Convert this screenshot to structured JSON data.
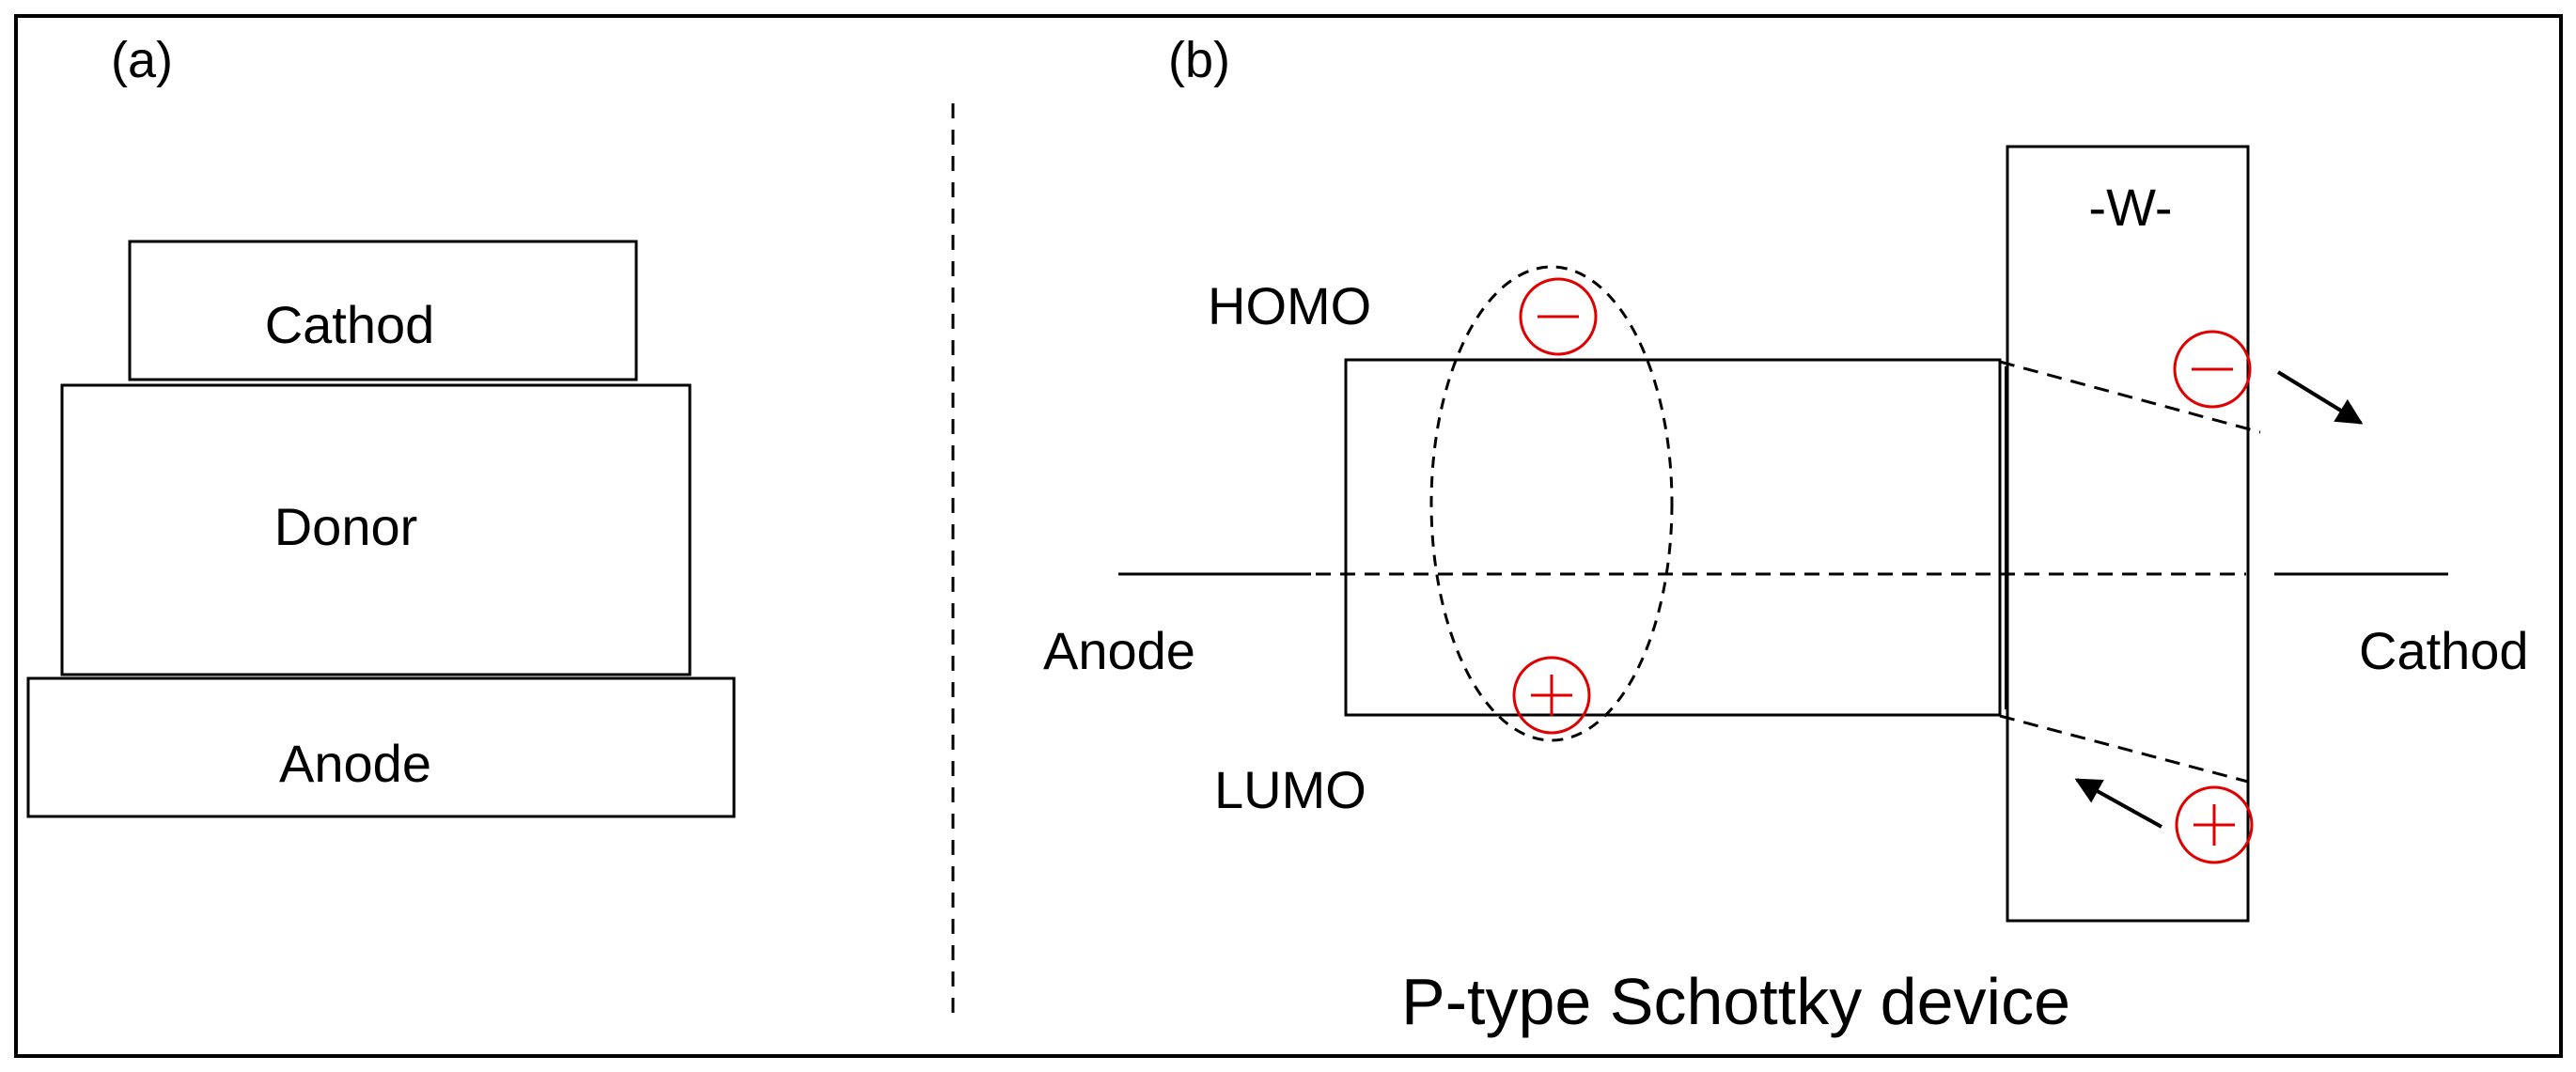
{
  "panel_a": {
    "label": "(a)",
    "layers": {
      "cathode": "Cathod",
      "donor": "Donor",
      "anode": "Anode"
    }
  },
  "panel_b": {
    "label": "(b)",
    "homo": "HOMO",
    "lumo": "LUMO",
    "anode": "Anode",
    "cathode": "Cathod",
    "barrier": "-W-",
    "caption": "P-type Schottky device",
    "electron_symbol": "−",
    "hole_symbol": "+"
  },
  "colors": {
    "line": "#000000",
    "carrier": "#e00000"
  },
  "icons": {
    "electron": "minus-in-circle-icon",
    "hole": "plus-in-circle-icon",
    "arrow": "arrow-icon"
  }
}
